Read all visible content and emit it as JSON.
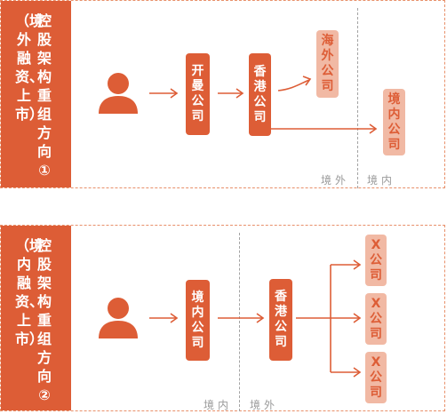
{
  "diagram1": {
    "side_text_col1": "（境外融资、上市）",
    "side_text_col2": "控股架构重组方向①",
    "box_kaiman": "开曼公司",
    "box_hongkong": "香港公司",
    "box_overseas": "海外公司",
    "box_domestic": "境内公司",
    "region_left": "境外",
    "region_right": "境内"
  },
  "diagram2": {
    "side_text_col1": "（境内融资、上市）",
    "side_text_col2": "控股架构重组方向②",
    "box_domestic": "境内公司",
    "box_hongkong": "香港公司",
    "box_x1": "X公司",
    "box_x2": "X公司",
    "box_x3": "X公司",
    "region_left": "境内",
    "region_right": "境外"
  },
  "colors": {
    "accent": "#dd5d36",
    "light": "#f1b9a4",
    "border": "#e8906a"
  },
  "icons": [
    "person-icon",
    "arrow-icon"
  ]
}
